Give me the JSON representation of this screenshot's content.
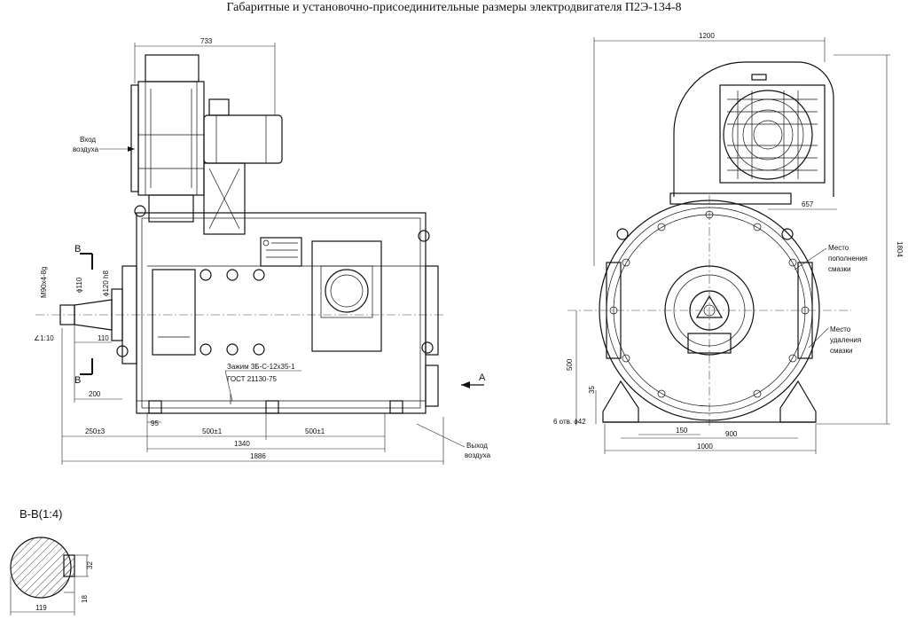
{
  "title": "Габаритные и установочно-присоединительные размеры электродвигателя П2Э-134-8",
  "side_view": {
    "dims": {
      "top_width": "733",
      "total_length": "1886",
      "base_length": "1340",
      "pitch_left": "500±1",
      "pitch_right": "500±1",
      "shaft_offset": "250±3",
      "offset_95": "95",
      "shaft_200": "200",
      "shaft_110_len": "110",
      "angle": "∠1:10",
      "thread": "М90х4-8g",
      "dia_110": "ϕ110",
      "dia_120": "ϕ120 h8"
    },
    "labels": {
      "air_inlet": "Вход\nвоздуха",
      "air_outlet": "Выход\nвоздуха",
      "terminal": "Зажим 3Б-С-12х35-1",
      "gost": "ГОСТ 21130-75",
      "section_top": "В",
      "section_bottom": "В",
      "view_a": "А"
    }
  },
  "end_view": {
    "dims": {
      "width_top": "1200",
      "height": "1804",
      "fan_offset": "657",
      "shaft_height": "500",
      "base_35": "35",
      "holes": "6 отв. ϕ42",
      "base_150": "150",
      "base_900": "900",
      "base_1000": "1000"
    },
    "labels": {
      "grease_fill": "Место\nпополнения\nсмазки",
      "grease_remove": "Место\nудаления\nсмазки"
    }
  },
  "section": {
    "title": "В-В(1:4)",
    "dims": {
      "key_height": "32",
      "key_depth": "18",
      "width": "119"
    }
  }
}
